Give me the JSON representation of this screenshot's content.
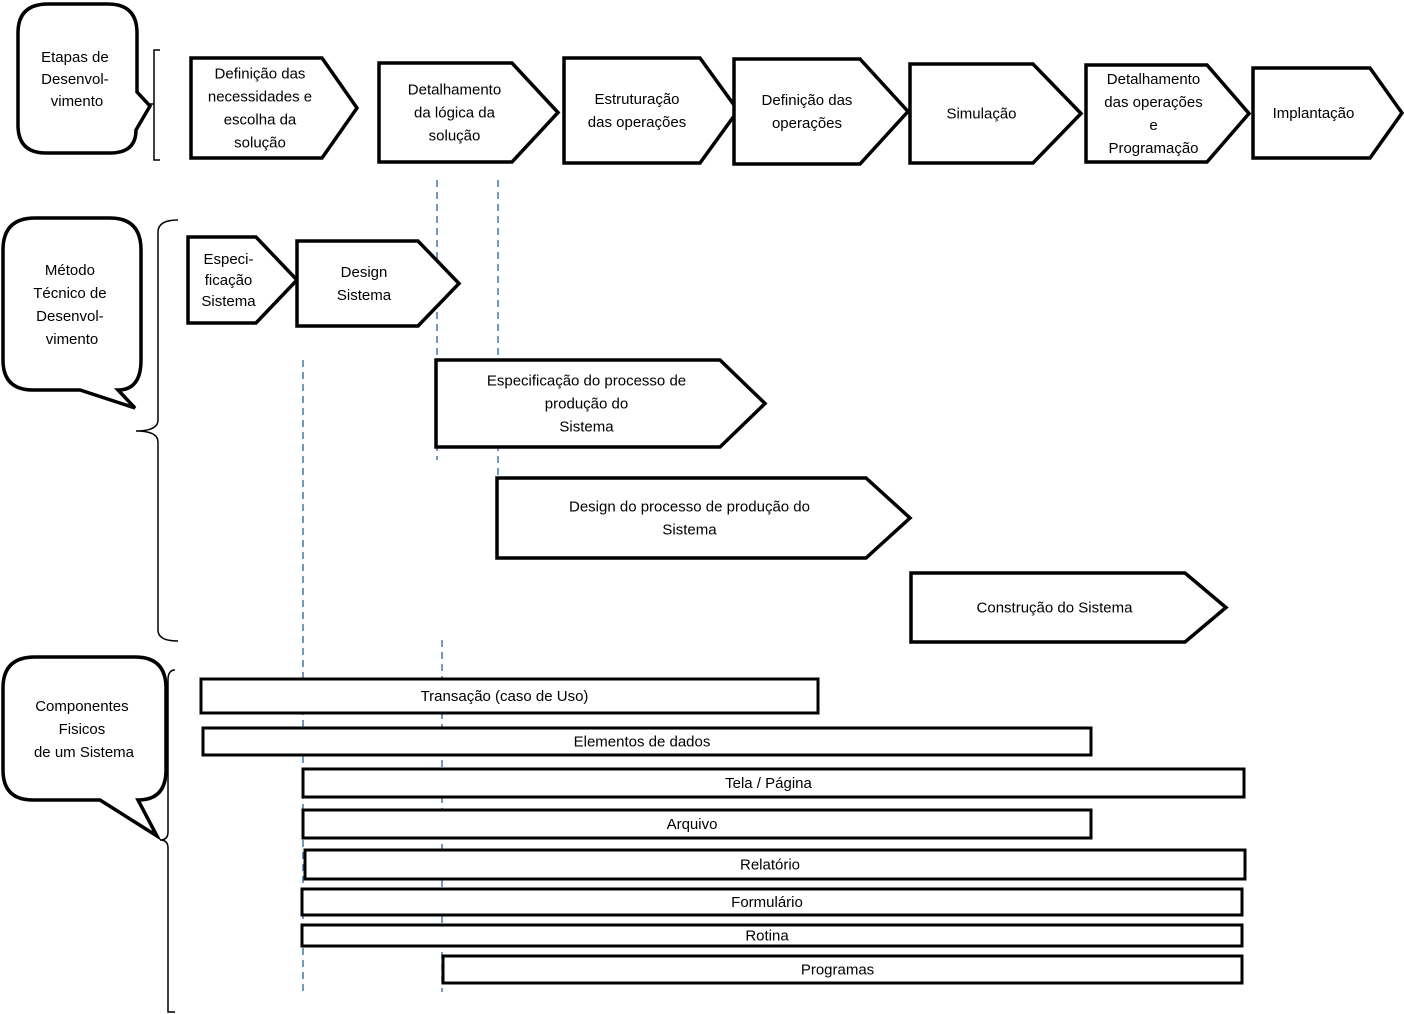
{
  "colors": {
    "outline": "#000000",
    "dashed_guides": "#4a74a8"
  },
  "callouts": [
    {
      "lines": [
        "Etapas de",
        "Desenvol-",
        "vimento"
      ]
    },
    {
      "lines": [
        "Método",
        "Técnico de",
        "Desenvol-",
        "vimento"
      ]
    },
    {
      "lines": [
        "Componentes",
        "Fisicos",
        "de um Sistema"
      ]
    }
  ],
  "stages": [
    {
      "lines": [
        "Definição das",
        "necessidades e",
        "escolha da",
        "solução"
      ]
    },
    {
      "lines": [
        "Detalhamento",
        "da lógica da",
        "solução"
      ]
    },
    {
      "lines": [
        "Estruturação",
        "das operações"
      ]
    },
    {
      "lines": [
        "Definição das",
        "operações"
      ]
    },
    {
      "lines": [
        "Simulação"
      ]
    },
    {
      "lines": [
        "Detalhamento",
        "das operações",
        "e",
        "Programação"
      ]
    },
    {
      "lines": [
        "Implantação"
      ]
    }
  ],
  "methods": [
    {
      "lines": [
        "Especi-",
        "ficação",
        "Sistema"
      ]
    },
    {
      "lines": [
        "Design",
        "Sistema"
      ]
    },
    {
      "lines": [
        "Especificação do processo de",
        "produção do",
        "Sistema"
      ]
    },
    {
      "lines": [
        "Design do processo de produção do",
        "Sistema"
      ]
    },
    {
      "lines": [
        "Construção do Sistema"
      ]
    }
  ],
  "components": [
    "Transação  (caso de Uso)",
    "Elementos de dados",
    "Tela / Página",
    "Arquivo",
    "Relatório",
    "Formulário",
    "Rotina",
    "Programas"
  ]
}
